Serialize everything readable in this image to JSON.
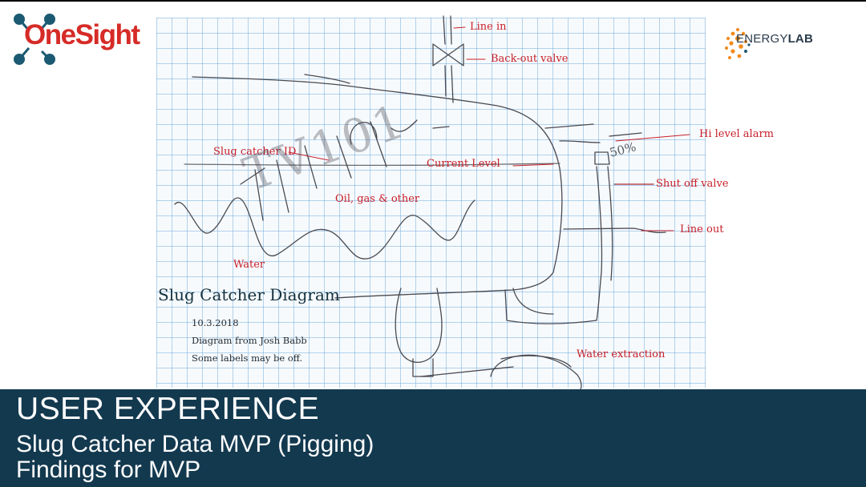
{
  "brand": {
    "left_logo_text": "OneSight",
    "right_logo_light": "ENERGY",
    "right_logo_bold": "LAB",
    "red": "#d62b27",
    "navy": "#13394f"
  },
  "diagram": {
    "title": "Slug Catcher Diagram",
    "notes": [
      "10.3.2018",
      "Diagram from Josh Babb",
      "Some labels may be off."
    ],
    "labels": {
      "line_in": "Line in",
      "back_out_valve": "Back-out valve",
      "hi_level_alarm": "Hi level alarm",
      "slug_catcher_id": "Slug catcher ID",
      "current_level": "Current Level",
      "shut_off_valve": "Shut off valve",
      "oil_gas_other": "Oil, gas & other",
      "line_out": "Line out",
      "water": "Water",
      "water_extraction": "Water extraction"
    },
    "handwriting": {
      "tank_id": "TV101",
      "level_percent": "50%"
    },
    "label_color": "#c8202a"
  },
  "banner": {
    "title": "USER EXPERIENCE",
    "line1": "Slug Catcher Data MVP (Pigging)",
    "line2": "Findings for MVP"
  }
}
